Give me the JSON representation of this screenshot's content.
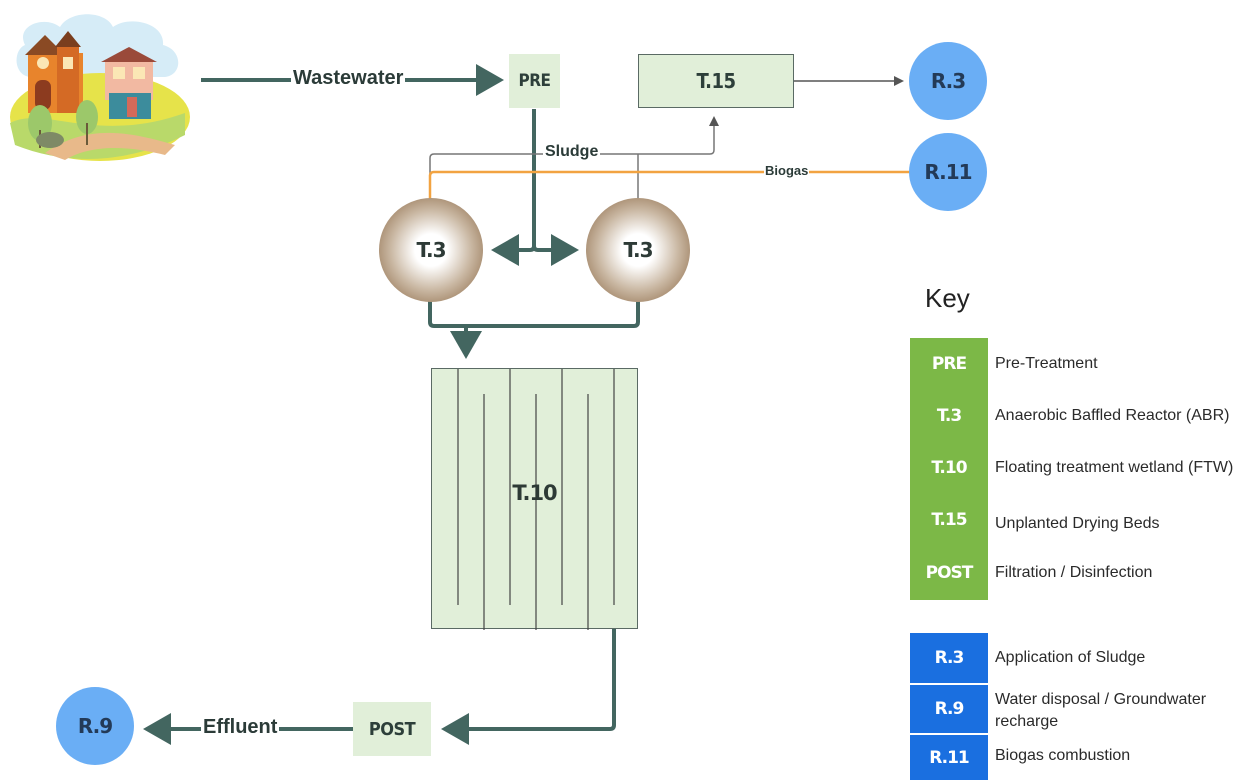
{
  "flow": {
    "wastewater_label": "Wastewater",
    "sludge_label": "Sludge",
    "biogas_label": "Biogas",
    "effluent_label": "Effluent"
  },
  "nodes": {
    "pre": "PRE",
    "post": "POST",
    "t15": "T.15",
    "t3_left": "T.3",
    "t3_right": "T.3",
    "t10": "T.10",
    "r3": "R.3",
    "r11": "R.11",
    "r9": "R.9"
  },
  "key": {
    "title": "Key",
    "technologies": [
      {
        "code": "PRE",
        "label": "Pre-Treatment"
      },
      {
        "code": "T.3",
        "label": "Anaerobic Baffled Reactor (ABR)"
      },
      {
        "code": "T.10",
        "label": "Floating treatment wetland (FTW)"
      },
      {
        "code": "T.15",
        "label": "Unplanted Drying Beds"
      },
      {
        "code": "POST",
        "label": "Filtration / Disinfection"
      }
    ],
    "reuse": [
      {
        "code": "R.3",
        "label": "Application of Sludge"
      },
      {
        "code": "R.9",
        "label": "Water disposal / Groundwater recharge"
      },
      {
        "code": "R.11",
        "label": "Biogas combustion"
      }
    ]
  },
  "colors": {
    "main_flow": "#436660",
    "thin_line": "#7a7a7a",
    "biogas_line": "#f2a341",
    "tech_box": "#e1efd9",
    "key_green": "#7cb847",
    "key_blue": "#1a6fe0",
    "reuse_circle": "#6aaef5"
  }
}
